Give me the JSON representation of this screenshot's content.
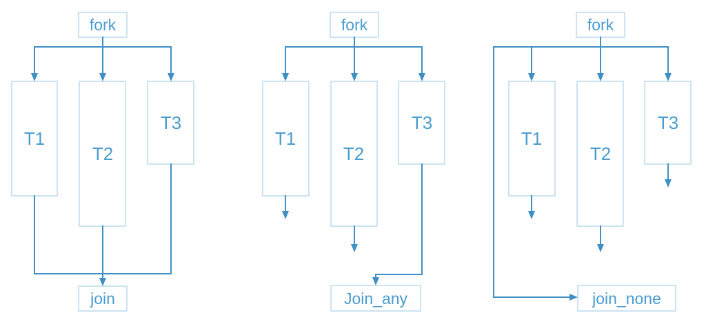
{
  "diagrams": [
    {
      "fork": "fork",
      "tasks": [
        "T1",
        "T2",
        "T3"
      ],
      "end": "join"
    },
    {
      "fork": "fork",
      "tasks": [
        "T1",
        "T2",
        "T3"
      ],
      "end": "Join_any"
    },
    {
      "fork": "fork",
      "tasks": [
        "T1",
        "T2",
        "T3"
      ],
      "end": "join_none"
    }
  ],
  "colors": {
    "line": "#3f8fc4",
    "box_border": "#a9d3ea",
    "text": "#4a9cd0"
  }
}
